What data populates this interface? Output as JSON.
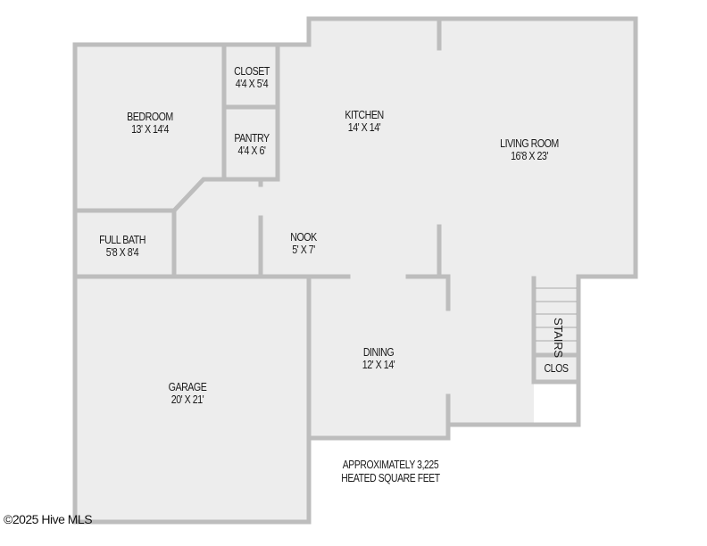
{
  "floorplan": {
    "colors": {
      "wall": "#bdbdbd",
      "floor": "#ededed",
      "text": "#1a1a1a",
      "background": "#ffffff"
    },
    "rooms": [
      {
        "id": "bedroom",
        "name": "BEDROOM",
        "dims": "13' X 14'4"
      },
      {
        "id": "closet",
        "name": "CLOSET",
        "dims": "4'4 X 5'4"
      },
      {
        "id": "pantry",
        "name": "PANTRY",
        "dims": "4'4 X 6'"
      },
      {
        "id": "kitchen",
        "name": "KITCHEN",
        "dims": "14' X 14'"
      },
      {
        "id": "living-room",
        "name": "LIVING ROOM",
        "dims": "16'8 X 23'"
      },
      {
        "id": "full-bath",
        "name": "FULL BATH",
        "dims": "5'8 X 8'4"
      },
      {
        "id": "nook",
        "name": "NOOK",
        "dims": "5' X 7'"
      },
      {
        "id": "dining",
        "name": "DINING",
        "dims": "12' X 14'"
      },
      {
        "id": "garage",
        "name": "GARAGE",
        "dims": "20' X 21'"
      }
    ],
    "stairs_label": "STAIRS",
    "clos_label": "CLOS",
    "area_note": {
      "line1": "APPROXIMATELY 3,225",
      "line2": "HEATED SQUARE FEET"
    },
    "copyright": "©2025 Hive MLS"
  }
}
